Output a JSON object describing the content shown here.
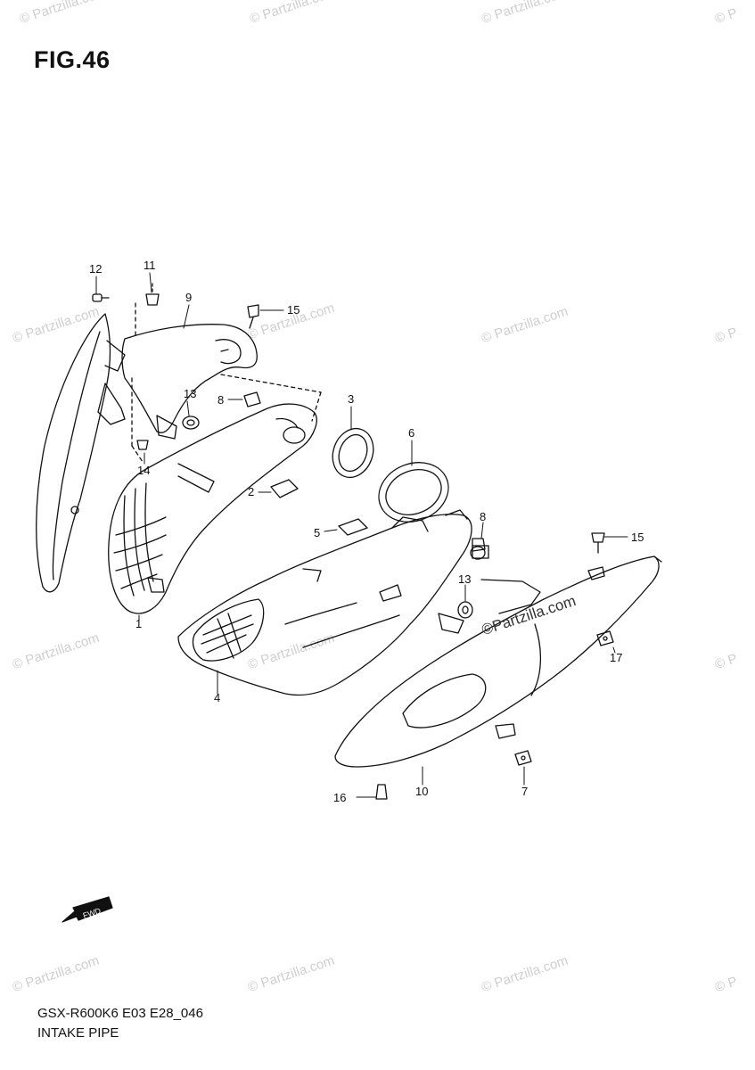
{
  "figure": {
    "title": "FIG.46",
    "model_code": "GSX-R600K6 E03 E28_046",
    "name": "INTAKE PIPE"
  },
  "watermark": {
    "text": "© Partzilla.com",
    "main_text": "©Partzilla.com",
    "partial_text": "© P"
  },
  "fwd_label": "FWD",
  "callouts": {
    "c1": "1",
    "c2": "2",
    "c3": "3",
    "c4": "4",
    "c5": "5",
    "c6": "6",
    "c7": "7",
    "c8a": "8",
    "c8b": "8",
    "c9": "9",
    "c10": "10",
    "c11": "11",
    "c12": "12",
    "c13a": "13",
    "c13b": "13",
    "c14": "14",
    "c15a": "15",
    "c15b": "15",
    "c16": "16",
    "c17": "17"
  },
  "colors": {
    "line": "#111111",
    "watermark": "#cfcfcf",
    "background": "#ffffff"
  }
}
